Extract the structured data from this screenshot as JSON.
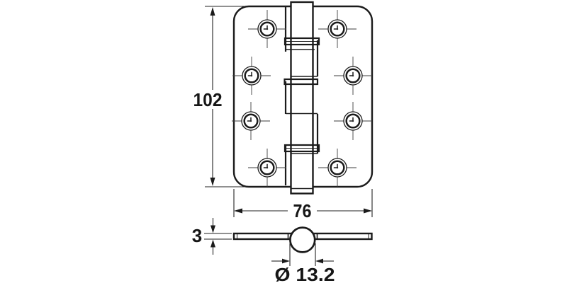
{
  "page": {
    "background": "#ffffff",
    "line_color": "#1b1b1b"
  },
  "drawing": {
    "kind": "technical-line-drawing",
    "subject": "door hinge, two views",
    "front_view": {
      "description": "hinge leaves with rounded corners, central pin barrel, screw holes",
      "screw_hole_count": 8
    },
    "side_view": {
      "description": "edge profile with knuckle circle"
    },
    "dimensions": {
      "height": {
        "label": "102"
      },
      "width": {
        "label": "76"
      },
      "thickness": {
        "label": "3"
      },
      "knuckle_diameter": {
        "label": "Ø 13.2"
      }
    }
  }
}
